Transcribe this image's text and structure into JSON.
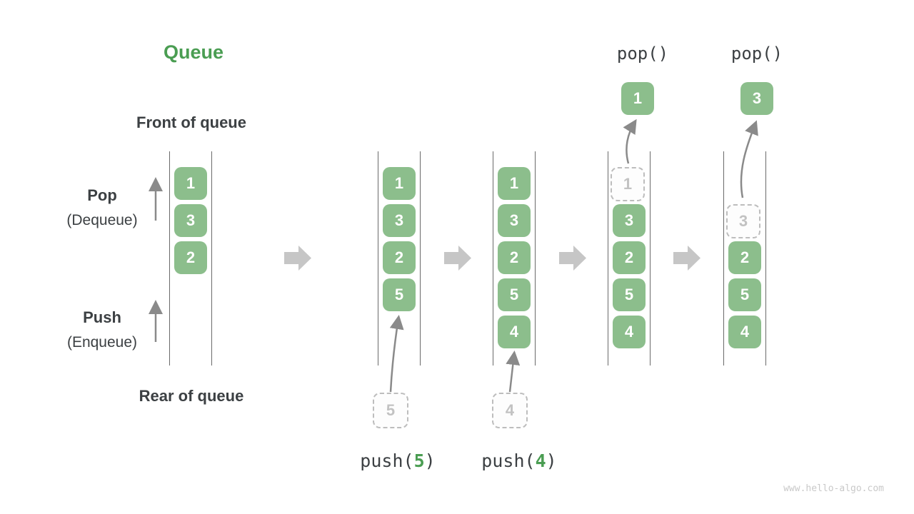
{
  "title": "Queue",
  "watermark": "www.hello-algo.com",
  "colors": {
    "item_green": "#8CBE8C",
    "accent_green": "#4A9D52",
    "block_arrow_gray": "#c6c6c6",
    "thin_arrow_gray": "#8a8a8a",
    "rail_gray": "#6a6a6a",
    "muted_gray": "#c2c2c2",
    "text_dark": "#3c4043"
  },
  "labels": {
    "front": "Front of queue",
    "rear": "Rear of queue",
    "pop": "Pop",
    "pop_sub": "(Dequeue)",
    "push": "Push",
    "push_sub": "(Enqueue)"
  },
  "columns": [
    {
      "state": "initial queue",
      "boxes": [
        {
          "v": "1",
          "style": "solid"
        },
        {
          "v": "3",
          "style": "solid"
        },
        {
          "v": "2",
          "style": "solid"
        }
      ]
    },
    {
      "state": "after push(5)",
      "boxes": [
        {
          "v": "1",
          "style": "solid"
        },
        {
          "v": "3",
          "style": "solid"
        },
        {
          "v": "2",
          "style": "solid"
        },
        {
          "v": "5",
          "style": "solid"
        }
      ]
    },
    {
      "state": "after push(4)",
      "boxes": [
        {
          "v": "1",
          "style": "solid"
        },
        {
          "v": "3",
          "style": "solid"
        },
        {
          "v": "2",
          "style": "solid"
        },
        {
          "v": "5",
          "style": "solid"
        },
        {
          "v": "4",
          "style": "solid"
        }
      ]
    },
    {
      "state": "pop() removes 1",
      "boxes": [
        {
          "v": "1",
          "style": "dashed"
        },
        {
          "v": "3",
          "style": "solid"
        },
        {
          "v": "2",
          "style": "solid"
        },
        {
          "v": "5",
          "style": "solid"
        },
        {
          "v": "4",
          "style": "solid"
        }
      ]
    },
    {
      "state": "pop() removes 3",
      "boxes": [
        {
          "v": "3",
          "style": "dashed"
        },
        {
          "v": "2",
          "style": "solid"
        },
        {
          "v": "5",
          "style": "solid"
        },
        {
          "v": "4",
          "style": "solid"
        }
      ]
    }
  ],
  "ops": {
    "push1": {
      "prefix": "push(",
      "arg": "5",
      "suffix": ")"
    },
    "push2": {
      "prefix": "push(",
      "arg": "4",
      "suffix": ")"
    },
    "staged1": "5",
    "staged2": "4",
    "pop1_label": "pop()",
    "pop2_label": "pop()",
    "pop1_value": "1",
    "pop2_value": "3"
  }
}
